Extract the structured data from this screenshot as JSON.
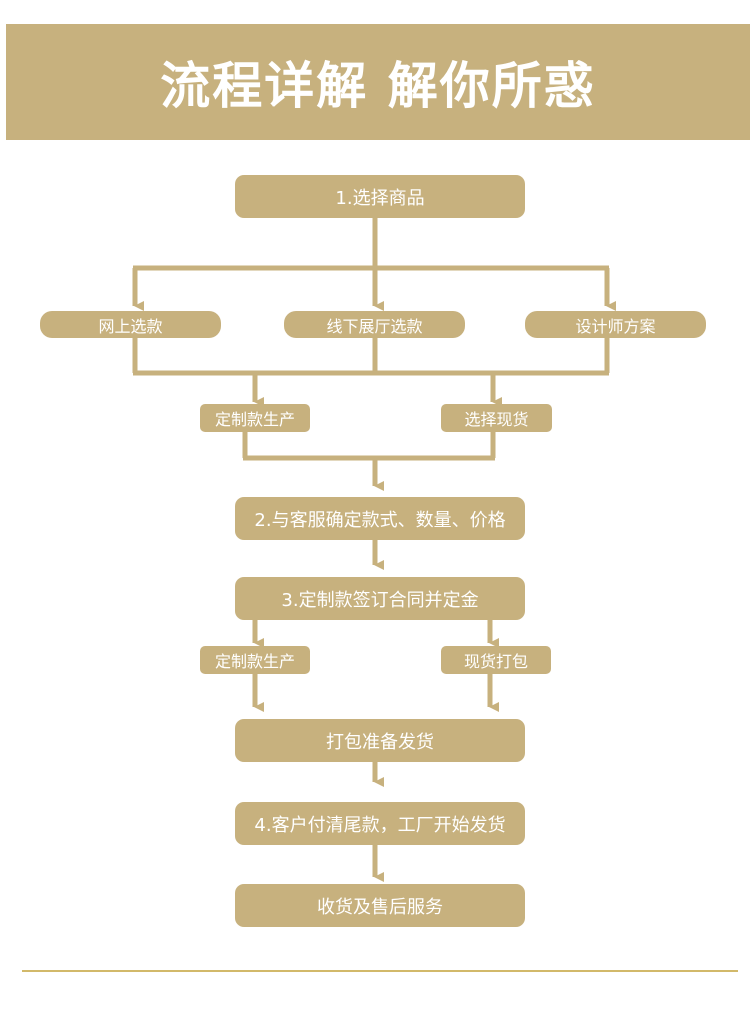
{
  "banner": {
    "title": "流程详解 解你所惑"
  },
  "flow": {
    "step1": "1.选择商品",
    "options": [
      "网上选款",
      "线下展厅选款",
      "设计师方案"
    ],
    "branch_a": [
      "定制款生产",
      "选择现货"
    ],
    "step2": "2.与客服确定款式、数量、价格",
    "step3": "3.定制款签订合同并定金",
    "branch_b": [
      "定制款生产",
      "现货打包"
    ],
    "pack": "打包准备发货",
    "step4": "4.客户付清尾款，工厂开始发货",
    "step5": "收货及售后服务"
  },
  "colors": {
    "accent": "#c7b17e",
    "text": "#ffffff",
    "rule": "#d2b96a"
  }
}
